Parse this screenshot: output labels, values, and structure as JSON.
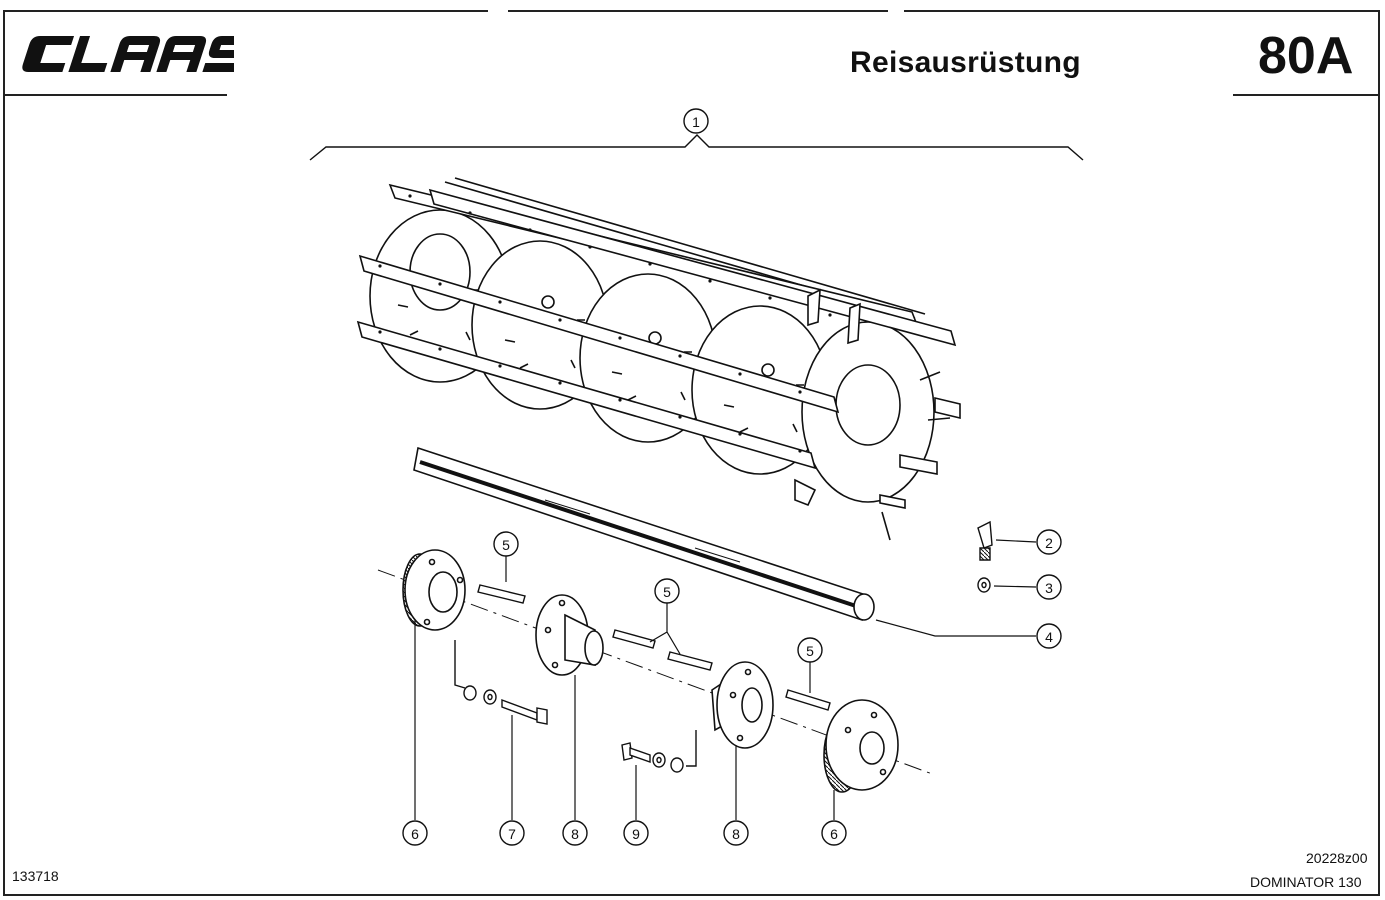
{
  "header": {
    "brand": "CLAAS",
    "title": "Reisausrüstung",
    "page_number": "80A"
  },
  "footer": {
    "left_code": "133718",
    "drawing_code": "20228z00",
    "model": "DOMINATOR 130"
  },
  "callouts": [
    "1",
    "2",
    "3",
    "4",
    "5",
    "5",
    "5",
    "6",
    "6",
    "7",
    "8",
    "8",
    "9"
  ]
}
